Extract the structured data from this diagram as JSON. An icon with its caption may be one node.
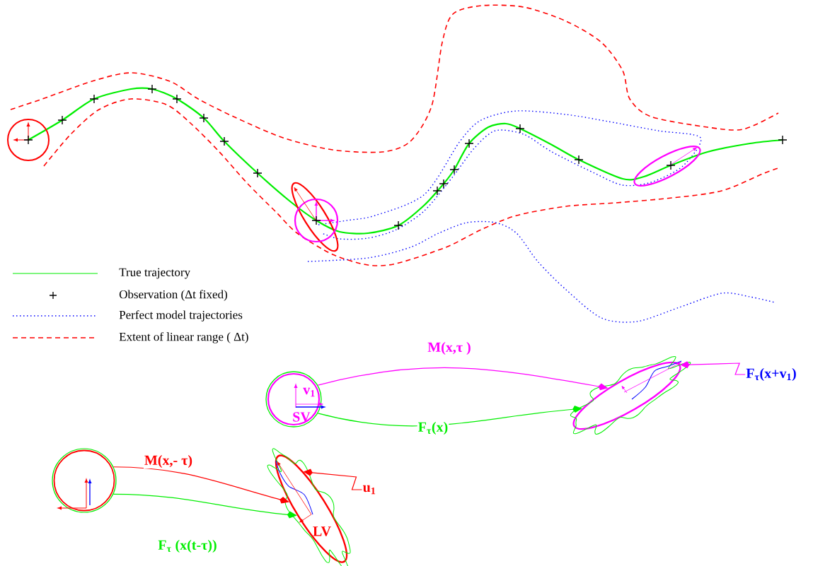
{
  "diagram": {
    "nodes": [
      {
        "text": [
          "v$_{1}$",
          "SV"
        ]
      },
      {
        "text": [],
        "shape": "ellipse"
      },
      {
        "text": [
          "F$_{τ}$(x+v$_{1}$)"
        ]
      },
      {
        "text": [],
        "shape": "circle"
      },
      {
        "text": [
          "LV"
        ]
      },
      {
        "text": [
          "u$_{1}$"
        ]
      }
    ],
    "edges": [
      {
        "from": 0,
        "to": 1,
        "arrow": "to",
        "label": "M(x,τ )",
        "color": "#ff00ff"
      },
      {
        "from": 0,
        "to": 1,
        "arrow": "to",
        "label": "F$_{τ}$(x)",
        "color": "#00ee00"
      },
      {
        "from": 2,
        "to": 1,
        "arrow": "to",
        "color": "#ff00ff"
      },
      {
        "from": 3,
        "to": 4,
        "arrow": "to",
        "label": "M(x,- τ)",
        "color": "#ff0000"
      },
      {
        "from": 3,
        "to": 4,
        "arrow": "to",
        "label": "F$_{τ}$ (x(t-τ))",
        "color": "#00ee00"
      },
      {
        "from": 5,
        "to": 4,
        "arrow": "to",
        "color": "#ff0000"
      }
    ],
    "legend": [
      {
        "text": "True trajectory"
      },
      {
        "text": "Observation (Δt fixed)"
      },
      {
        "text": "Perfect model trajectories"
      },
      {
        "text": "Extent of linear range ( Δt)"
      }
    ]
  }
}
